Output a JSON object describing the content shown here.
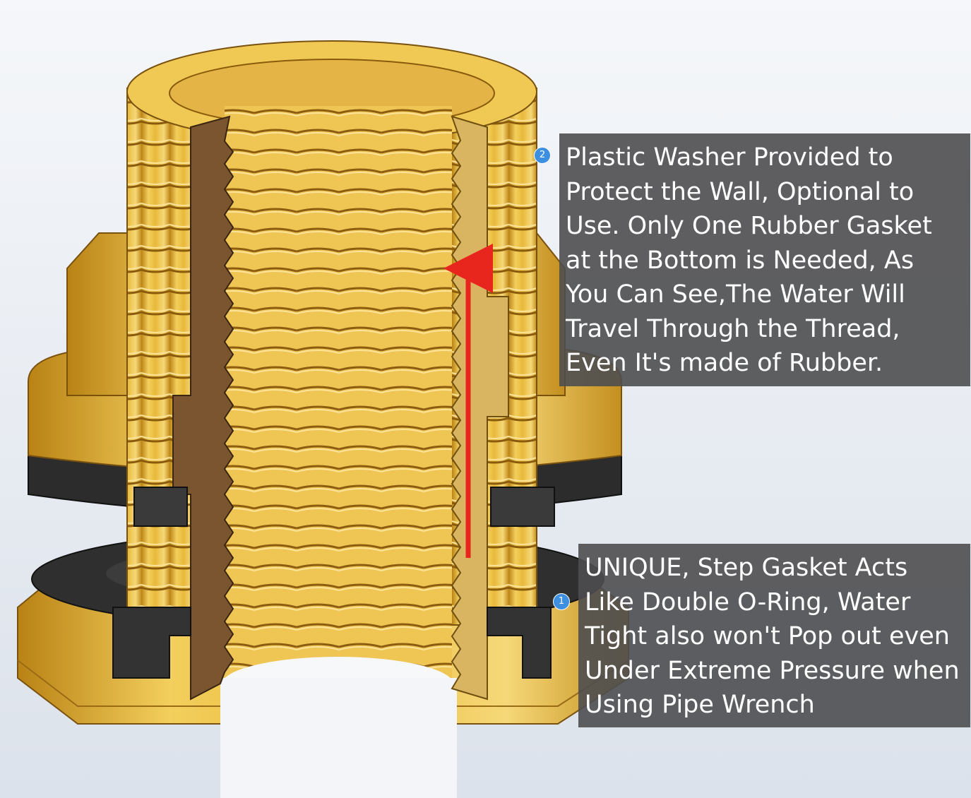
{
  "image": {
    "subject": "cross-section render of brass bulkhead fitting with rubber gaskets",
    "colors": {
      "background_top": "#f4f6f9",
      "background_bottom": "#dde3ec",
      "brass": "#e8b93a",
      "brass_light": "#f6d878",
      "brass_dark": "#b07a12",
      "cut_face_left": "#7a5530",
      "cut_face_right": "#d9b562",
      "rubber": "#2f2f2f",
      "arrow": "#e8261e",
      "callout_bg": "#4e4e50",
      "marker_blue": "#3d8fe0"
    }
  },
  "callouts": [
    {
      "marker": "2",
      "text": "Plastic Washer Provided to\nProtect the Wall, Optional to\nUse. Only One Rubber Gasket\nat the Bottom is Needed, As\nYou Can See,The Water Will\nTravel Through the Thread,\nEven It's made of Rubber."
    },
    {
      "marker": "1",
      "text": "UNIQUE, Step Gasket Acts\nLike Double O-Ring, Water\nTight also won't Pop out even\nUnder Extreme Pressure when\nUsing Pipe Wrench"
    }
  ]
}
